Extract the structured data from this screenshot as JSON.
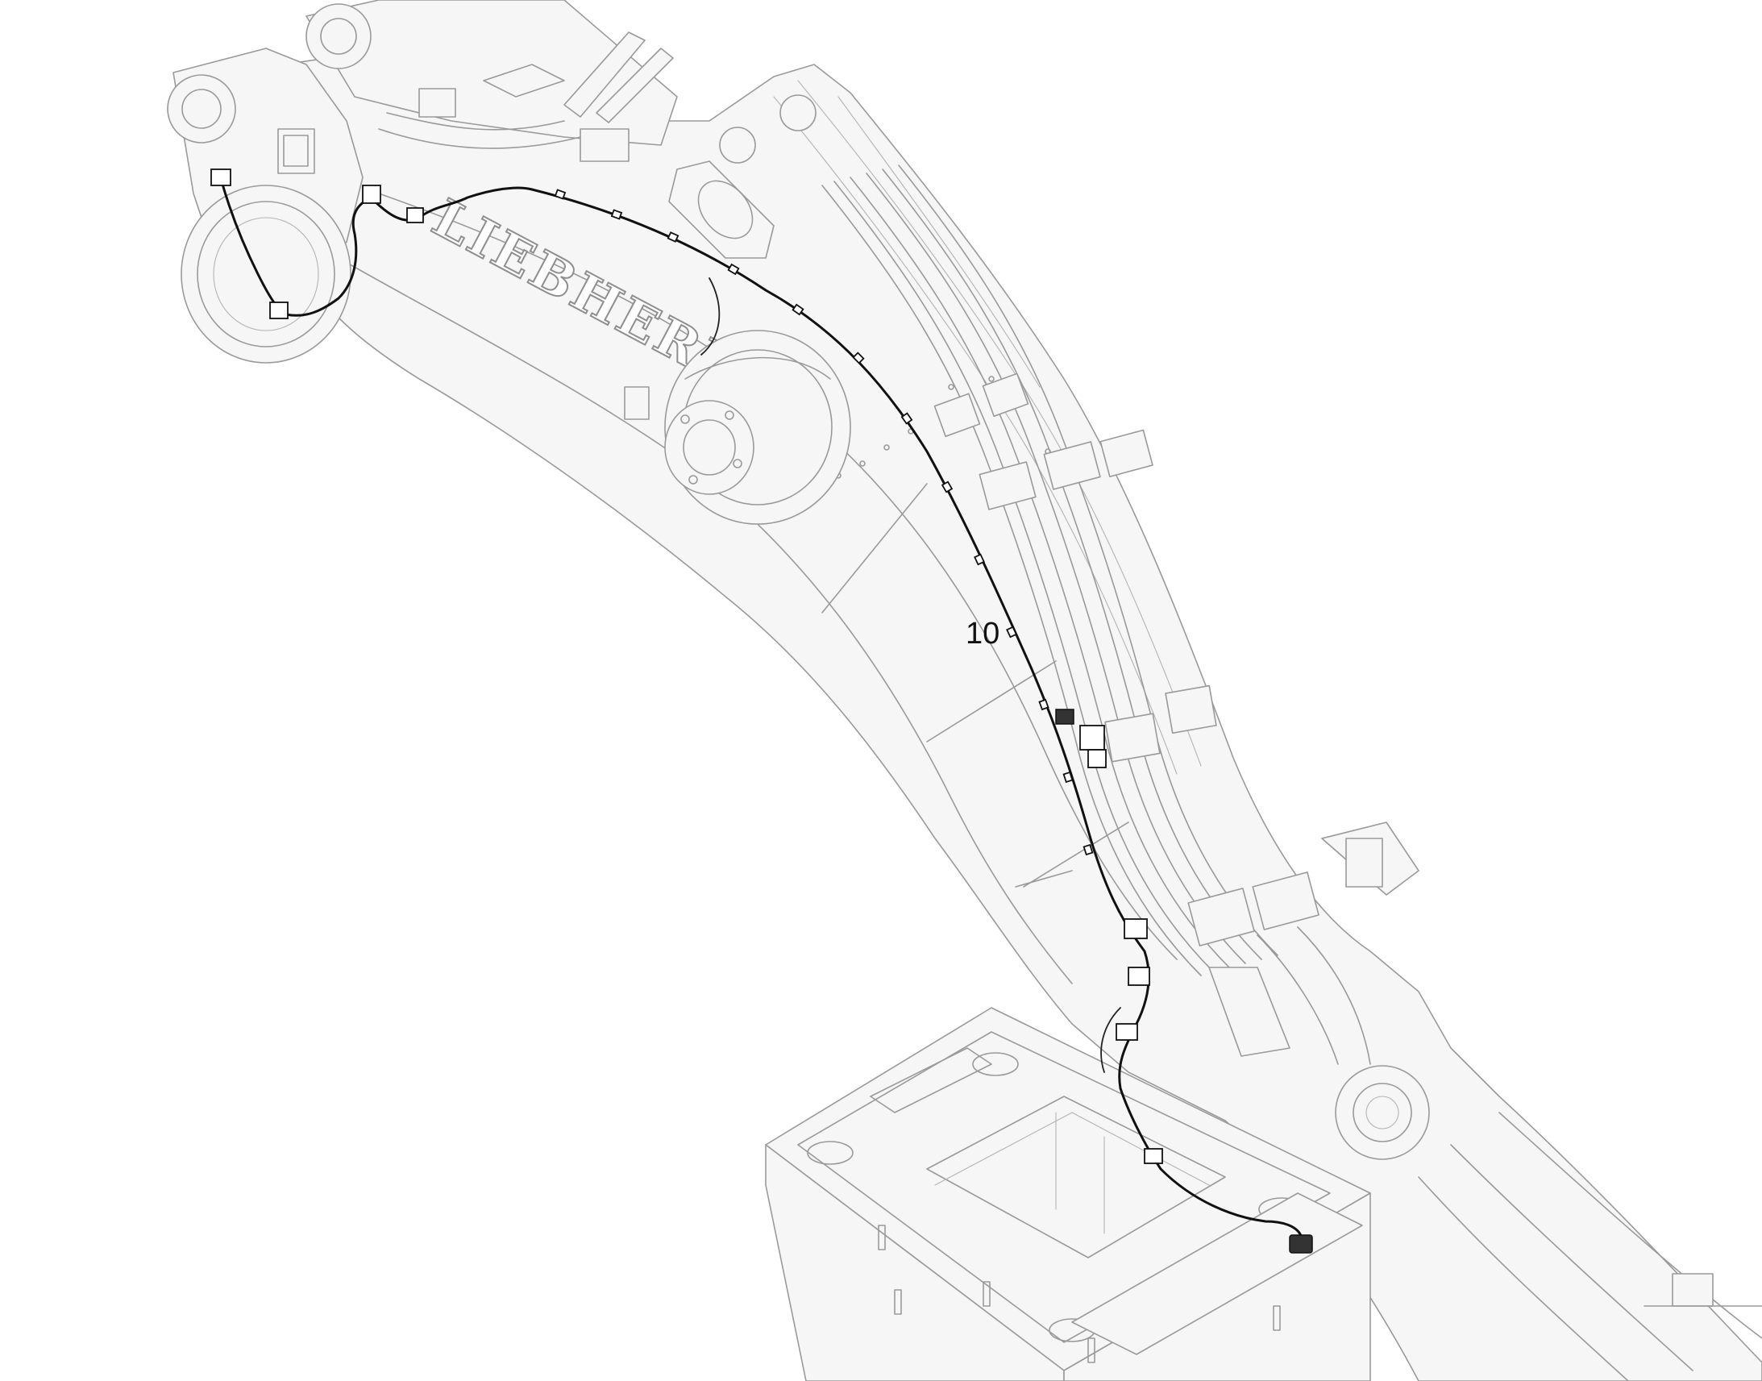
{
  "diagram": {
    "brand_lettering": "LIEBHERR",
    "callouts": [
      {
        "id": "harness",
        "label": "10"
      }
    ],
    "colors": {
      "background": "#ffffff",
      "structure_line": "#9a9a9a",
      "harness_line": "#111111",
      "callout_text": "#111111"
    }
  }
}
